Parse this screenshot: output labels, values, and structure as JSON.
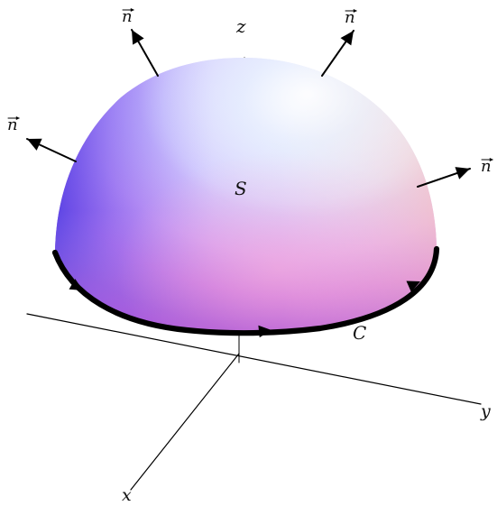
{
  "diagram": {
    "labels": {
      "axis_x": "x",
      "axis_y": "y",
      "axis_z": "z",
      "surface": "S",
      "curve": "C",
      "normal": "n"
    },
    "normals_count": 5,
    "colors": {
      "axis": "#000000",
      "boundary_curve": "#000000",
      "surface_top": "#dfe7ff",
      "surface_left": "#4d3fe8",
      "surface_right": "#ffd7c2",
      "surface_bottom": "#d34fd8"
    }
  }
}
